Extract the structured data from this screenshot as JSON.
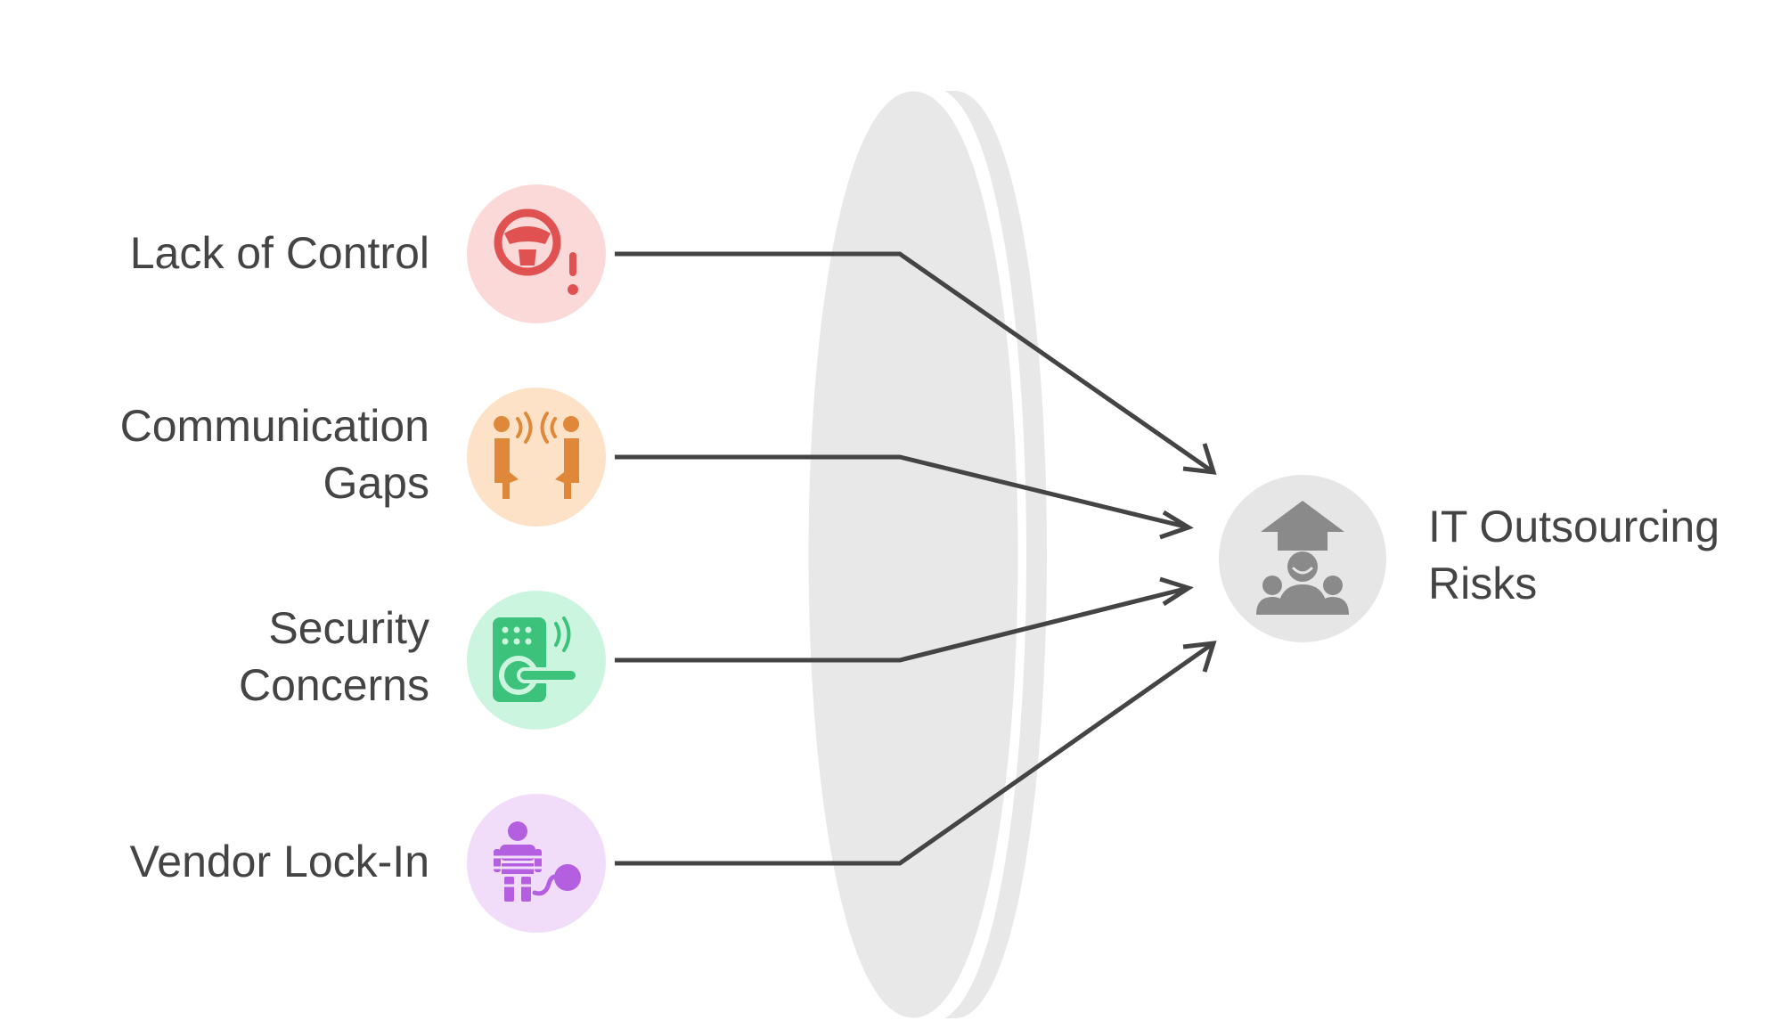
{
  "diagram": {
    "inputs": [
      {
        "id": "lack-of-control",
        "lines": [
          "Lack of Control"
        ],
        "icon": "steering-wheel-alert-icon",
        "bg": "#fcd9d9",
        "fg": "#e05252"
      },
      {
        "id": "communication-gaps",
        "lines": [
          "Communication",
          "Gaps"
        ],
        "icon": "two-people-talking-icon",
        "bg": "#fde2c8",
        "fg": "#e0883a"
      },
      {
        "id": "security-concerns",
        "lines": [
          "Security",
          "Concerns"
        ],
        "icon": "smart-lock-icon",
        "bg": "#ccf5df",
        "fg": "#3cc27a"
      },
      {
        "id": "vendor-lock-in",
        "lines": [
          "Vendor Lock-In"
        ],
        "icon": "chained-person-icon",
        "bg": "#f1ddfa",
        "fg": "#b45ee0"
      }
    ],
    "output": {
      "lines": [
        "IT Outsourcing",
        "Risks"
      ],
      "icon": "team-under-house-icon",
      "bg": "#e6e6e6",
      "fg": "#8a8a8a"
    },
    "colors": {
      "text": "#444444",
      "connector": "#444444",
      "lens": "#e8e8e8"
    }
  }
}
